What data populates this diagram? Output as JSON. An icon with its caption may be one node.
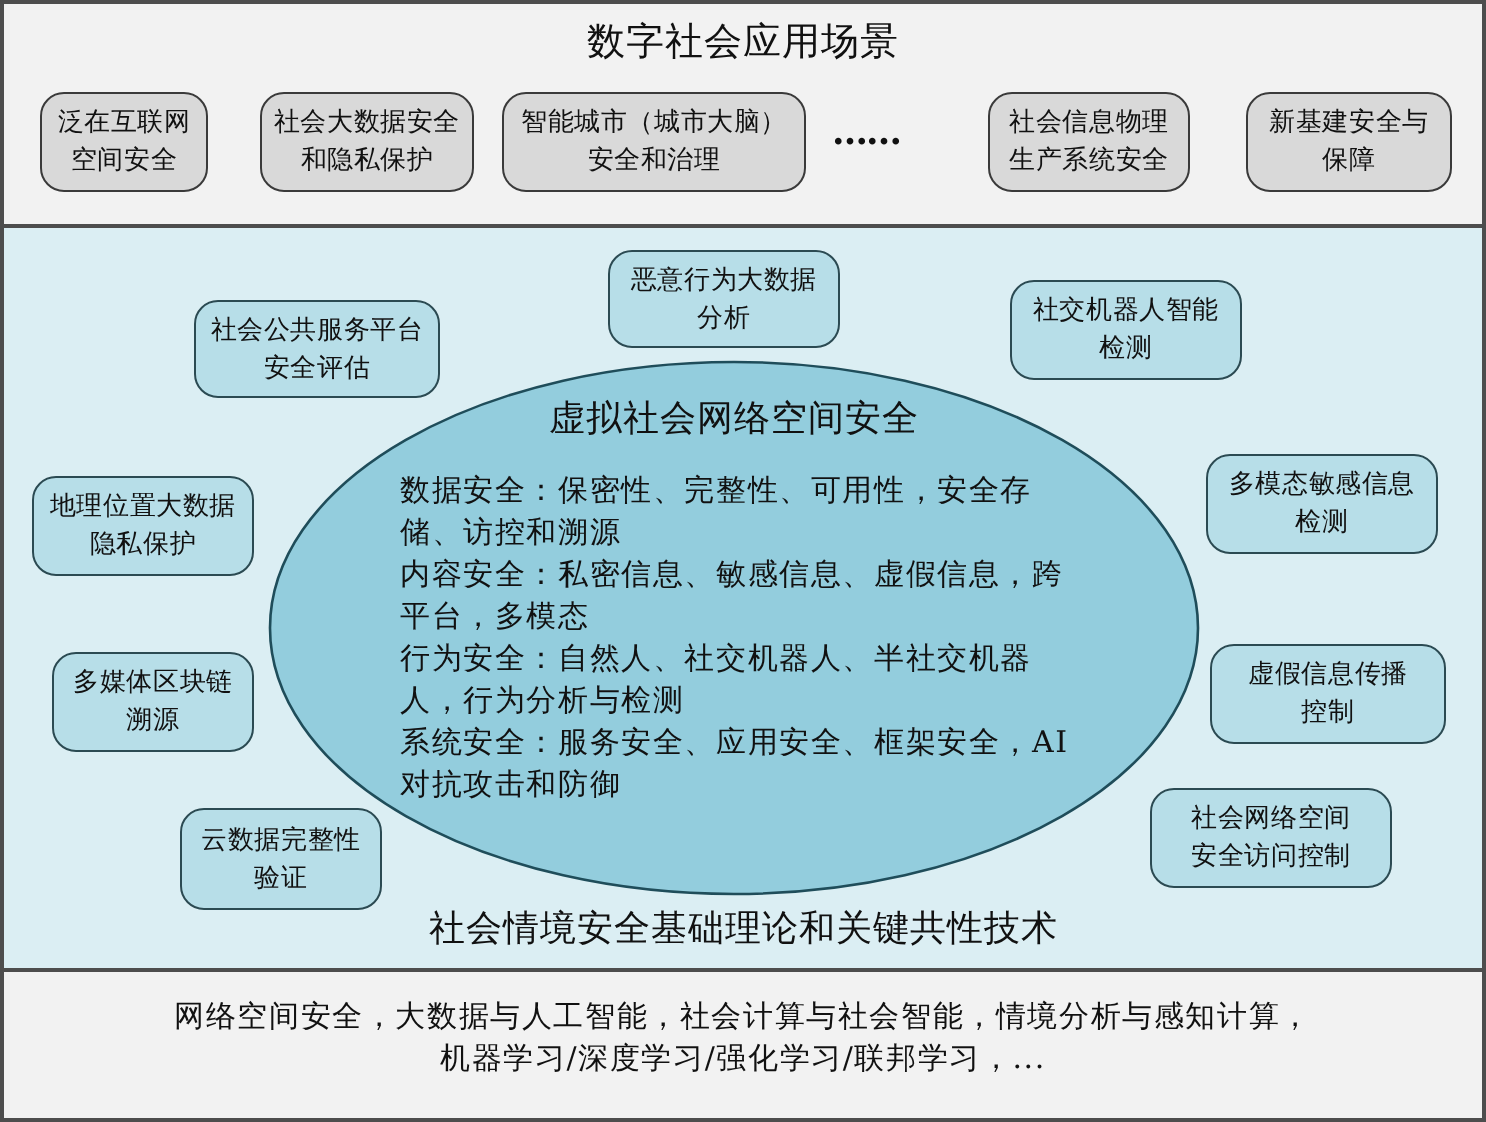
{
  "diagram": {
    "nodes": [
      {
        "text": [
          "数字社会应用场景"
        ]
      },
      {
        "text": [
          "泛在互联网空间安全"
        ],
        "in": 0
      },
      {
        "text": [
          "社会大数据安全和隐私保护"
        ],
        "in": 0
      },
      {
        "text": [
          "智能城市（城市大脑）安全和治理"
        ],
        "in": 0
      },
      {
        "text": [
          "社会信息物理生产系统安全"
        ],
        "in": 0
      },
      {
        "text": [
          "新基建安全与保障"
        ],
        "in": 0
      },
      {
        "text": [
          "社会情境安全基础理论和关键共性技术"
        ]
      },
      {
        "text": [
          "虚拟社会网络空间安全",
          "数据安全：保密性、完整性、可用性，安全存储、访控和溯源",
          "内容安全：私密信息、敏感信息、虚假信息，跨平台，多模态",
          "行为安全：自然人、社交机器人、半社交机器人，行为分析与检测",
          "系统安全：服务安全、应用安全、框架安全，AI对抗攻击和防御"
        ],
        "in": 6
      },
      {
        "text": [
          "社会公共服务平台安全评估"
        ],
        "in": 6
      },
      {
        "text": [
          "恶意行为大数据分析"
        ],
        "in": 6
      },
      {
        "text": [
          "社交机器人智能检测"
        ],
        "in": 6
      },
      {
        "text": [
          "地理位置大数据隐私保护"
        ],
        "in": 6
      },
      {
        "text": [
          "多模态敏感信息检测"
        ],
        "in": 6
      },
      {
        "text": [
          "多媒体区块链溯源"
        ],
        "in": 6
      },
      {
        "text": [
          "虚假信息传播控制"
        ],
        "in": 6
      },
      {
        "text": [
          "云数据完整性验证"
        ],
        "in": 6
      },
      {
        "text": [
          "社会网络空间安全访问控制"
        ],
        "in": 6
      },
      {
        "text": [
          "网络空间安全，大数据与人工智能，社会计算与社会智能，情境分析与感知计算，机器学习/深度学习/强化学习/联邦学习，..."
        ]
      }
    ],
    "labels": [
      "……"
    ]
  }
}
